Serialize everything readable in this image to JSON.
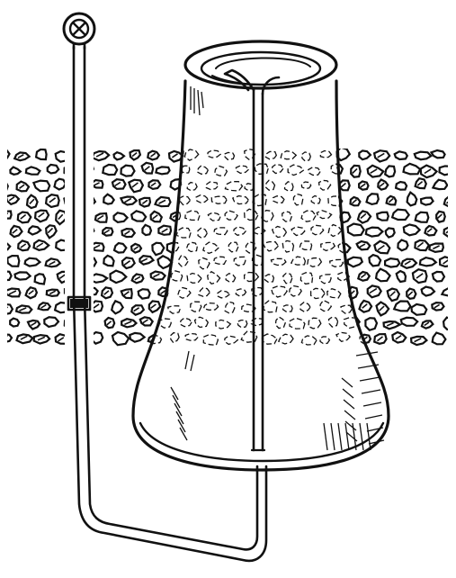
{
  "figure": {
    "colors": {
      "ink": "#111111",
      "paper": "#ffffff"
    },
    "parts": [
      "gravel-layer",
      "glass-jar",
      "siphon-tube",
      "tube-clamp",
      "tube-end-loop"
    ]
  }
}
